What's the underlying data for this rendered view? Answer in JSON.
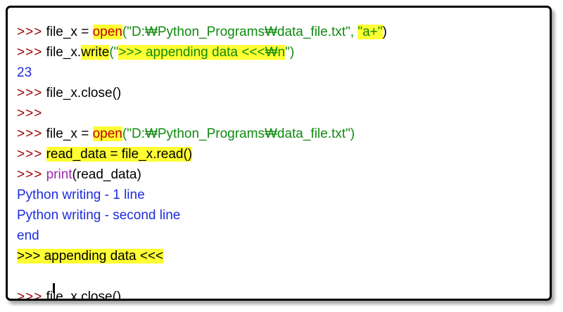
{
  "shell": {
    "prompt": ">>>",
    "lines": [
      {
        "type": "input",
        "parts": [
          {
            "text": "file_x = ",
            "cls": ""
          },
          {
            "text": "open",
            "cls": "hl-kw"
          },
          {
            "text": "(\"D:₩Python_Programs₩data_file.txt\", ",
            "cls": "str"
          },
          {
            "text": "\"a+\"",
            "cls": "hl-str"
          },
          {
            "text": ")",
            "cls": ""
          }
        ]
      },
      {
        "type": "input",
        "parts": [
          {
            "text": "file_x.",
            "cls": ""
          },
          {
            "text": "write",
            "cls": "hl-black"
          },
          {
            "text": "(\"",
            "cls": "str"
          },
          {
            "text": ">>> appending data <<<₩n",
            "cls": "hl-str"
          },
          {
            "text": "\")",
            "cls": "str"
          }
        ]
      },
      {
        "type": "output",
        "text": "23"
      },
      {
        "type": "input",
        "parts": [
          {
            "text": "file_x.close()",
            "cls": ""
          }
        ]
      },
      {
        "type": "input",
        "parts": []
      },
      {
        "type": "input",
        "parts": [
          {
            "text": "file_x = ",
            "cls": ""
          },
          {
            "text": "open",
            "cls": "hl-kw"
          },
          {
            "text": "(\"D:₩Python_Programs₩data_file.txt\")",
            "cls": "str"
          }
        ]
      },
      {
        "type": "input",
        "parts": [
          {
            "text": "read_data = file_x.read()",
            "cls": "hl-black"
          }
        ]
      },
      {
        "type": "input",
        "parts": [
          {
            "text": "print",
            "cls": "kw"
          },
          {
            "text": "(read_data)",
            "cls": ""
          }
        ]
      },
      {
        "type": "output",
        "text": "Python writing - 1 line"
      },
      {
        "type": "output",
        "text": "Python writing - second line"
      },
      {
        "type": "output",
        "text": "end"
      },
      {
        "type": "output-hl",
        "text": ">>> appending data <<<"
      },
      {
        "type": "output",
        "text": ""
      },
      {
        "type": "input",
        "parts": [
          {
            "text": "file_x.close()",
            "cls": ""
          }
        ]
      }
    ]
  }
}
